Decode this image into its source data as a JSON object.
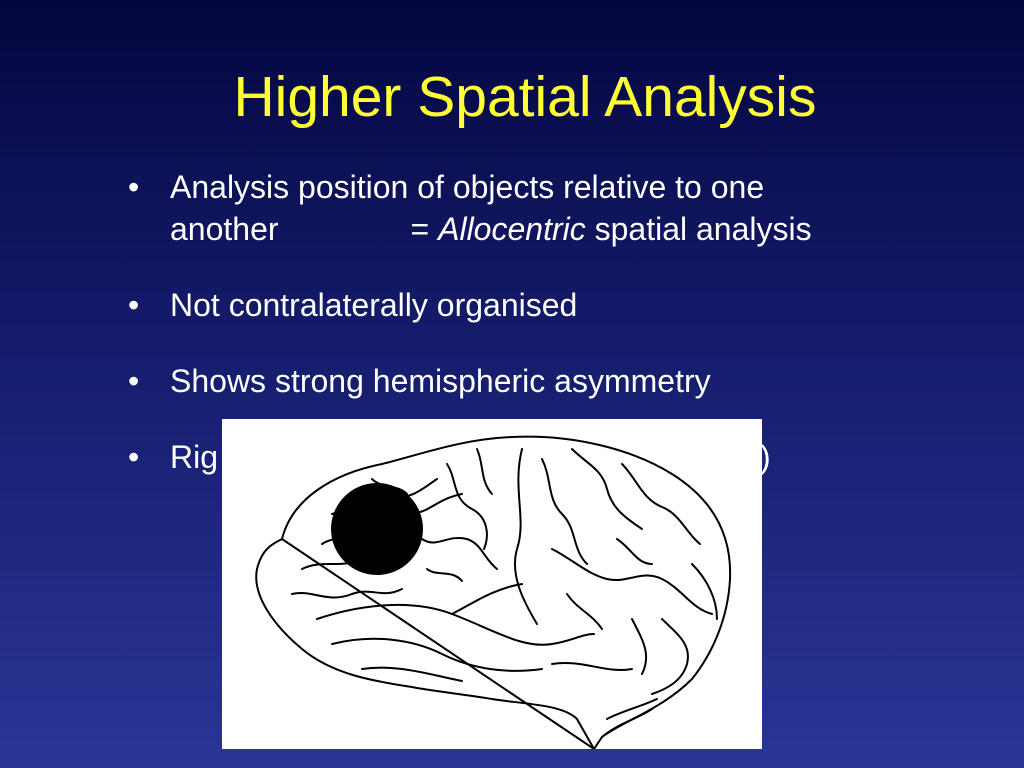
{
  "slide": {
    "title": "Higher Spatial Analysis",
    "bullets": [
      {
        "line1": "Analysis position of objects relative to one",
        "line2_start": "another",
        "line2_eq": "=",
        "line2_italic": "Allocentric",
        "line2_end": "spatial analysis"
      },
      {
        "text": "Not contralaterally organised"
      },
      {
        "text": "Shows strong hemispheric asymmetry"
      },
      {
        "text": "Rig",
        "hidden_tail": ")"
      }
    ],
    "bullet_glyph": "•"
  },
  "figure": {
    "icon": "brain-lateral-view-icon",
    "lesion_color": "#000000"
  },
  "colors": {
    "title": "#ffff33",
    "text": "#ffffff",
    "background_top": "#04063f",
    "background_bottom": "#2a3596"
  }
}
